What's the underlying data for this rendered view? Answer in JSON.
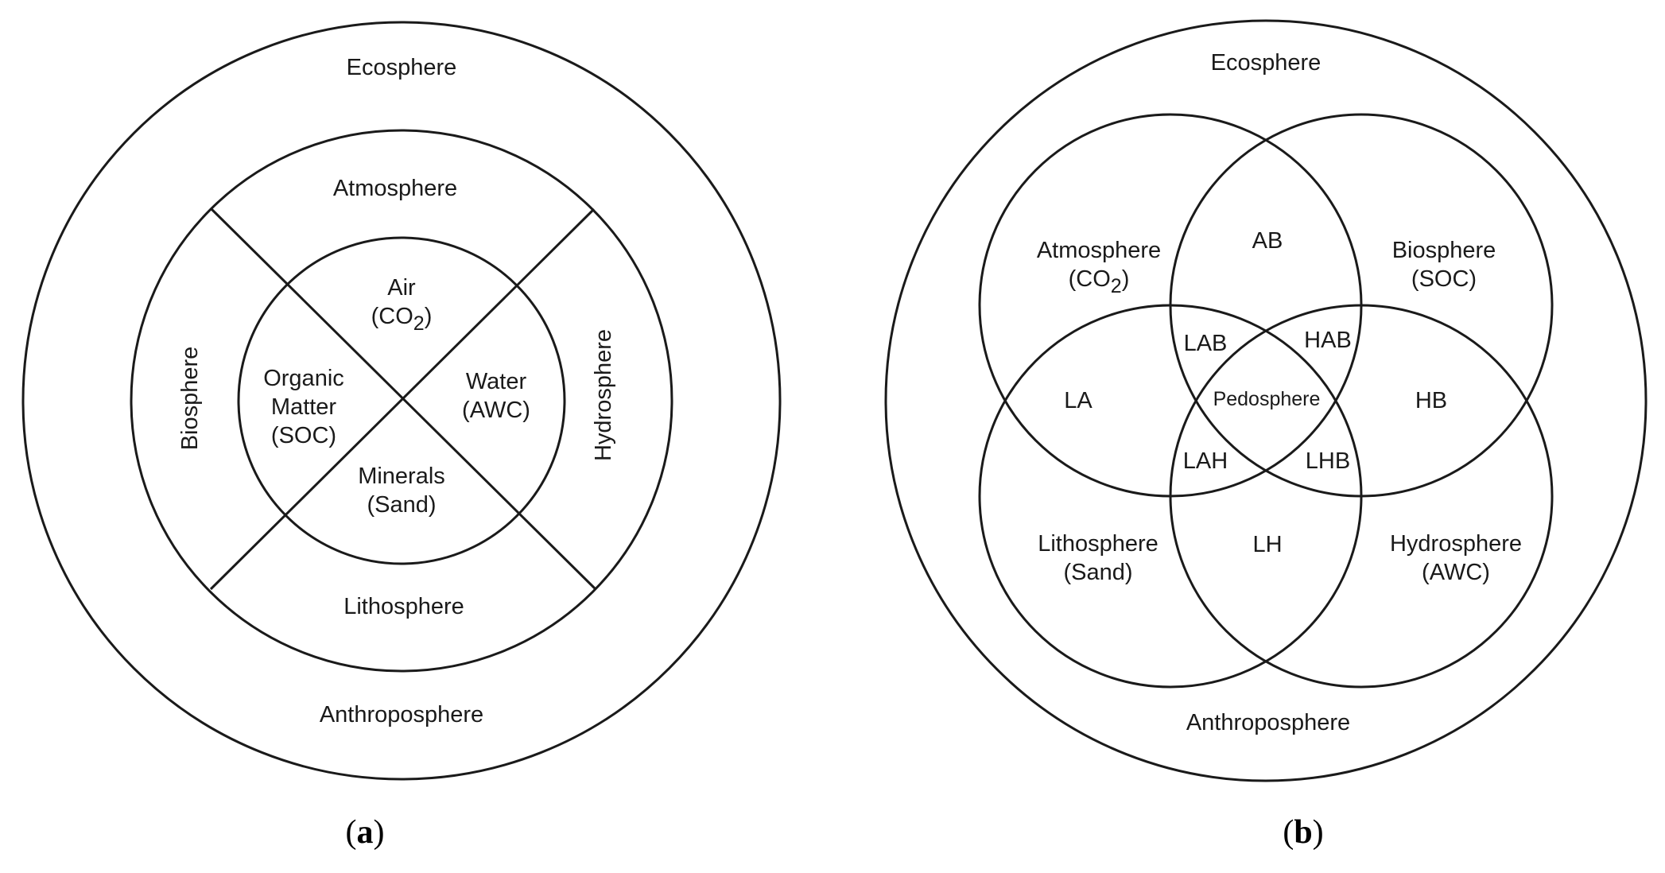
{
  "panel_a": {
    "ecosphere": "Ecosphere",
    "anthroposphere": "Anthroposphere",
    "atmosphere": "Atmosphere",
    "lithosphere": "Lithosphere",
    "biosphere": "Biosphere",
    "hydrosphere": "Hydrosphere",
    "air": "Air",
    "air_sub_pre": "(CO",
    "air_sub_num": "2",
    "air_sub_post": ")",
    "water": "Water",
    "water_sub": "(AWC)",
    "organic_1": "Organic",
    "organic_2": "Matter",
    "organic_sub": "(SOC)",
    "minerals": "Minerals",
    "minerals_sub": "(Sand)",
    "caption_open": "(",
    "caption_letter": "a",
    "caption_close": ")"
  },
  "panel_b": {
    "ecosphere": "Ecosphere",
    "anthroposphere": "Anthroposphere",
    "atmosphere": "Atmosphere",
    "atmosphere_sub_pre": "(CO",
    "atmosphere_sub_num": "2",
    "atmosphere_sub_post": ")",
    "biosphere": "Biosphere",
    "biosphere_sub": "(SOC)",
    "lithosphere": "Lithosphere",
    "lithosphere_sub": "(Sand)",
    "hydrosphere": "Hydrosphere",
    "hydrosphere_sub": "(AWC)",
    "ab": "AB",
    "la": "LA",
    "hb": "HB",
    "lh": "LH",
    "lab": "LAB",
    "hab": "HAB",
    "lah": "LAH",
    "lhb": "LHB",
    "pedosphere": "Pedosphere",
    "caption_open": "(",
    "caption_letter": "b",
    "caption_close": ")"
  }
}
